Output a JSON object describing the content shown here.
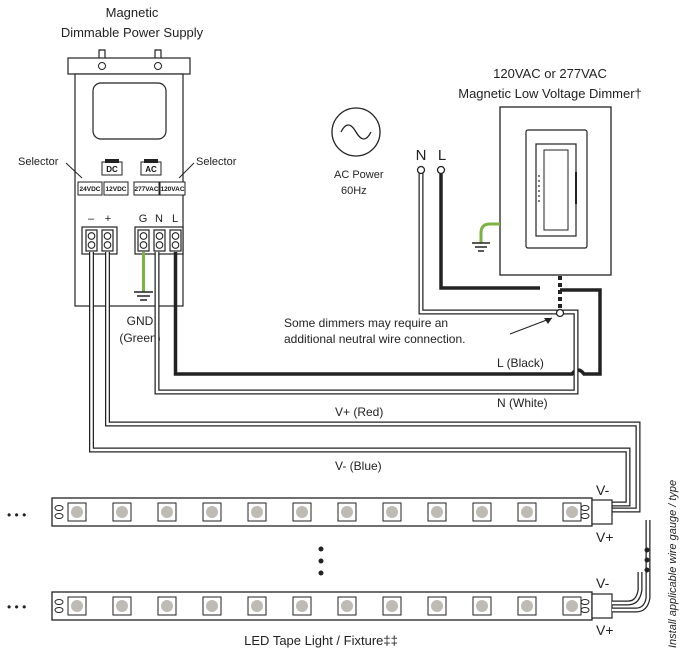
{
  "power_supply": {
    "title_line1": "Magnetic",
    "title_line2": "Dimmable Power Supply",
    "selector_left": "Selector",
    "selector_right": "Selector",
    "switch_dc": "DC",
    "switch_ac": "AC",
    "opt_24vdc": "24VDC",
    "opt_12vdc": "12VDC",
    "opt_277vac": "277VAC",
    "opt_120vac": "120VAC",
    "term_minus": "–",
    "term_plus": "+",
    "term_g": "G",
    "term_n": "N",
    "term_l": "L",
    "gnd_label_1": "GND",
    "gnd_label_2": "(Green)"
  },
  "dimmer": {
    "title_line1": "120VAC or 277VAC",
    "title_line2": "Magnetic Low Voltage Dimmer†",
    "note_line1": "Some dimmers may require an",
    "note_line2": "additional neutral wire connection."
  },
  "ac_power": {
    "n_label": "N",
    "l_label": "L",
    "label_line1": "AC Power",
    "label_line2": "60Hz"
  },
  "wires": {
    "l_black": "L (Black)",
    "n_white": "N (White)",
    "v_plus_red": "V+ (Red)",
    "v_minus_blue": "V- (Blue)"
  },
  "tape": {
    "v_minus_1": "V-",
    "v_plus_1": "V+",
    "v_minus_2": "V-",
    "v_plus_2": "V+",
    "ellipsis_left_1": "• • •",
    "ellipsis_left_2": "• • •",
    "caption": "LED Tape Light / Fixture‡‡",
    "side_note": "Install applicable wire gauge / type"
  },
  "colors": {
    "ground_wire": "#7cb342",
    "wire_outline": "#222222"
  }
}
